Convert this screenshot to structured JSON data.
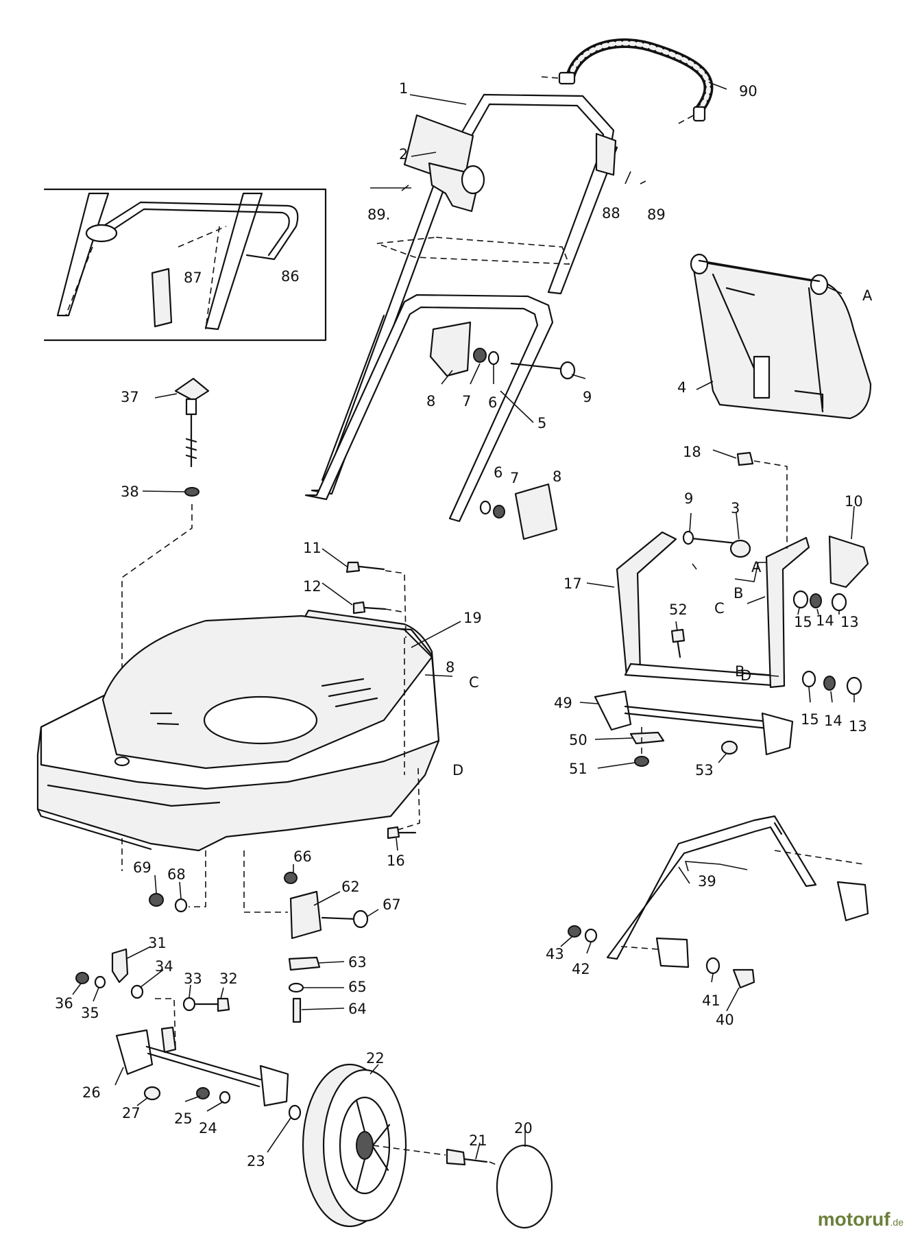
{
  "diagram": {
    "callouts": [
      "1",
      "2",
      "3",
      "4",
      "5",
      "6",
      "6",
      "7",
      "7",
      "8",
      "8",
      "8",
      "9",
      "9",
      "10",
      "11",
      "12",
      "13",
      "13",
      "14",
      "14",
      "15",
      "15",
      "16",
      "17",
      "18",
      "19",
      "20",
      "21",
      "22",
      "23",
      "24",
      "25",
      "26",
      "27",
      "31",
      "32",
      "33",
      "34",
      "35",
      "36",
      "37",
      "38",
      "39",
      "40",
      "41",
      "42",
      "43",
      "49",
      "50",
      "51",
      "52",
      "53",
      "62",
      "63",
      "64",
      "65",
      "66",
      "67",
      "68",
      "69",
      "86",
      "87",
      "88",
      "89",
      "89.",
      "90",
      "A",
      "A",
      "B",
      "B",
      "C",
      "C",
      "D",
      "D"
    ]
  },
  "watermark": {
    "brand": "motoruf",
    "tld": ".de"
  },
  "colors": {
    "line": "#111111",
    "fill": "#f1f1f1",
    "watermark": "#6b7f3a"
  }
}
